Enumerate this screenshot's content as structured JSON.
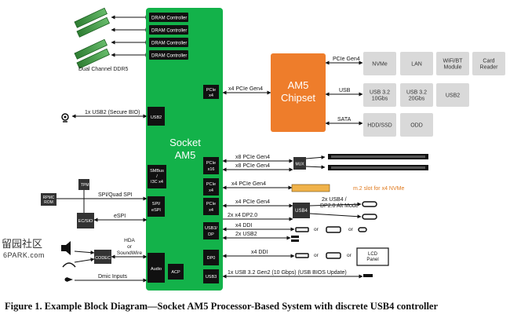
{
  "socket": {
    "title_line1": "Socket",
    "title_line2": "AM5"
  },
  "dram_controllers": [
    "DRAM Controller",
    "DRAM Controller",
    "DRAM Controller",
    "DRAM Controller"
  ],
  "memory_label": "Dual Channel DDR5",
  "socket_ports": {
    "pcie_x4_top": [
      "PCIe",
      "x4"
    ],
    "usb2": "USB2",
    "pcie_x16": [
      "PCIe",
      "x16"
    ],
    "pcie_x4_a": [
      "PCIe",
      "x4"
    ],
    "pcie_x4_b": [
      "PCIe",
      "x4"
    ],
    "usb3_dp": [
      "USB3/",
      "DP"
    ],
    "dp0": "DP0",
    "usb3": "USB3",
    "smbus": [
      "SMBus",
      "/",
      "I3C x4"
    ],
    "spi_espi": [
      "SPI/",
      "eSPI"
    ],
    "audio": "Audio",
    "acp": "ACP"
  },
  "chipset": {
    "line1": "AM5",
    "line2": "Chipset"
  },
  "chipset_links": {
    "pcie_gen4": "PCIe Gen4",
    "usb": "USB",
    "sata": "SATA",
    "x4_pcie_gen4": "x4 PCIe Gen4"
  },
  "chipset_devices": [
    "NVMe",
    "LAN",
    "WiFi/BT\nModule",
    "Card\nReader",
    "USB 3.2\n10Gbs",
    "USB 3.2\n20Gbs",
    "USB2",
    "HDD/SSD",
    "ODD"
  ],
  "left_labels": {
    "usb2_secure": "1x USB2 (Secure BIO)",
    "spi_quad": "SPI/Quad SPI",
    "espi": "eSPI",
    "hda": "HDA",
    "or": "or",
    "soundwire": "SoundWire",
    "dmic": "Dmic Inputs",
    "tpm": "TPM",
    "rpmc_rom": "RPMC\nROM",
    "ec_sio": "EC/SIO",
    "codec": "CODEC"
  },
  "right_labels": {
    "x8_pcie_gen4_a": "x8 PCIe Gen4",
    "x8_pcie_gen4_b": "x8 PCIe Gen4",
    "mux": "MUX",
    "x4_pcie_gen4": "x4 PCIe Gen4",
    "m2_slot": "m.2 slot for x4 NVMe",
    "x4_pcie_gen4_usb4": "x4 PCIe Gen4",
    "usb4_chip": "USB4",
    "usb4_dp": "2x USB4 /",
    "usb4_dp2": "DP2.0 Alt Mode",
    "dp20": "2x x4 DP2.0",
    "x4_ddi_a": "x4 DDI",
    "x2_usb2": "2x USB2",
    "x4_ddi_b": "x4 DDI",
    "usb32": "1x USB 3.2 Gen2 (10 Gbps) (USB BIOS Update)",
    "or": "or",
    "lcd_panel": "LCD\nPanel"
  },
  "watermark": {
    "line1": "留园社区",
    "line2": "6PARK.com"
  },
  "caption": "Figure 1. Example Block Diagram—Socket AM5 Processor-Based System with discrete USB4 controller"
}
